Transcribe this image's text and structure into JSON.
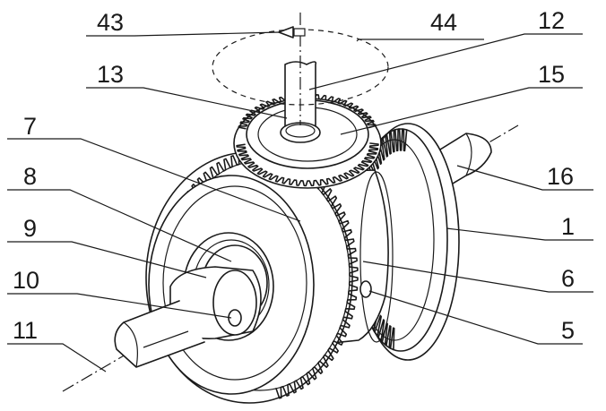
{
  "labels": {
    "l43": "43",
    "l44": "44",
    "l12": "12",
    "l13": "13",
    "l15": "15",
    "l7": "7",
    "l16": "16",
    "l8": "8",
    "l1": "1",
    "l9": "9",
    "l6": "6",
    "l10": "10",
    "l5": "5",
    "l11": "11"
  },
  "colors": {
    "ink": "#1a1a1a",
    "paper": "#ffffff"
  }
}
